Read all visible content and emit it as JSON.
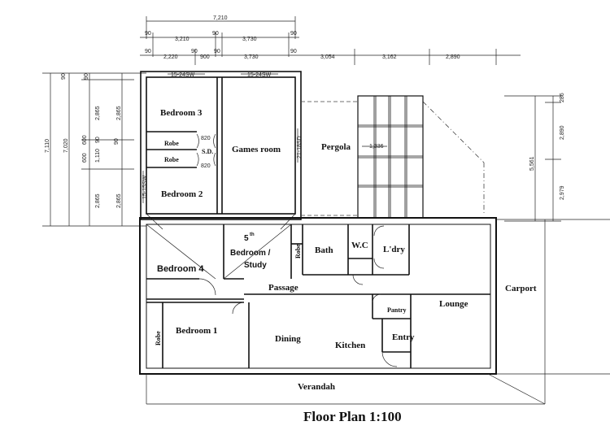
{
  "title": "Floor Plan 1:100",
  "dims": {
    "top_total": "7,210",
    "row2": [
      "90",
      "3,210",
      "90",
      "3,730",
      "90"
    ],
    "row3": [
      "90",
      "2,220",
      "90",
      "900",
      "90",
      "3,730",
      "90",
      "3,054",
      "3,162",
      "2,890"
    ],
    "left_total_a": "7,110",
    "left_total_b": "7,020",
    "left_col_a": [
      "90",
      "600",
      "600"
    ],
    "left_col_b": [
      "90",
      "2,865",
      "90",
      "1,110",
      "90",
      "2,865"
    ],
    "right": [
      "286",
      "2,890",
      "5,561",
      "2,979"
    ],
    "pergola_span": "1,336",
    "window_codes": [
      "15-24SW",
      "15-24SW",
      "21-18SD",
      "15-15SW"
    ],
    "door_widths": [
      "820",
      "820"
    ]
  },
  "rooms": {
    "bedroom3": "Bedroom 3",
    "games_room": "Games room",
    "pergola": "Pergola",
    "robe1": "Robe",
    "robe2": "Robe",
    "sd": "S.D.",
    "bedroom2": "Bedroom 2",
    "fifth_bedroom_line1": "5",
    "fifth_bedroom_sup": "th",
    "fifth_bedroom_line2": "Bedroom /",
    "fifth_bedroom_line3": "Study",
    "robe3": "Robe",
    "bath": "Bath",
    "wc": "W.C",
    "laundry": "L'dry",
    "bedroom4": "Bedroom 4",
    "passage": "Passage",
    "carport": "Carport",
    "pantry": "Pantry",
    "lounge": "Lounge",
    "bedroom1": "Bedroom 1",
    "robe4": "Robe",
    "dining": "Dining",
    "kitchen": "Kitchen",
    "entry": "Entry",
    "verandah": "Verandah"
  }
}
